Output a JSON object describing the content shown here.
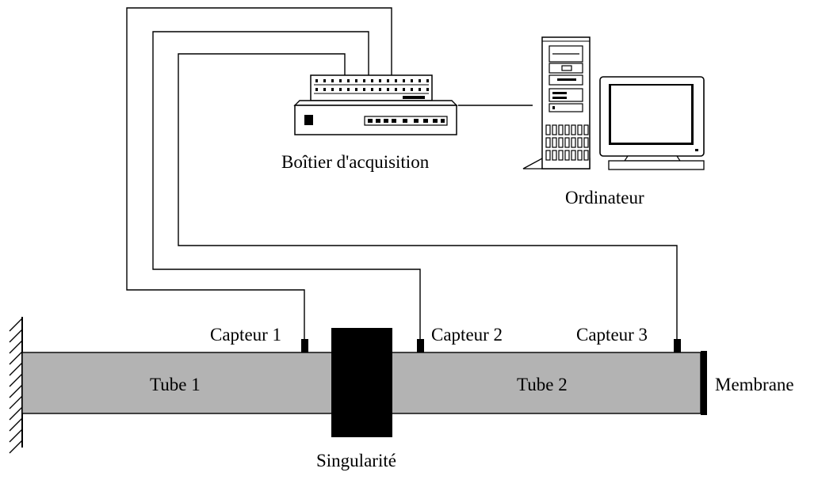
{
  "labels": {
    "acquisition_box": "Boîtier d'acquisition",
    "computer": "Ordinateur",
    "sensor_1": "Capteur 1",
    "sensor_2": "Capteur 2",
    "sensor_3": "Capteur 3",
    "tube_1": "Tube 1",
    "tube_2": "Tube 2",
    "membrane": "Membrane",
    "singularity": "Singularité"
  },
  "colors": {
    "tube_fill": "#b3b3b3",
    "singularity_fill": "#000000",
    "line": "#000000",
    "background": "#ffffff"
  }
}
